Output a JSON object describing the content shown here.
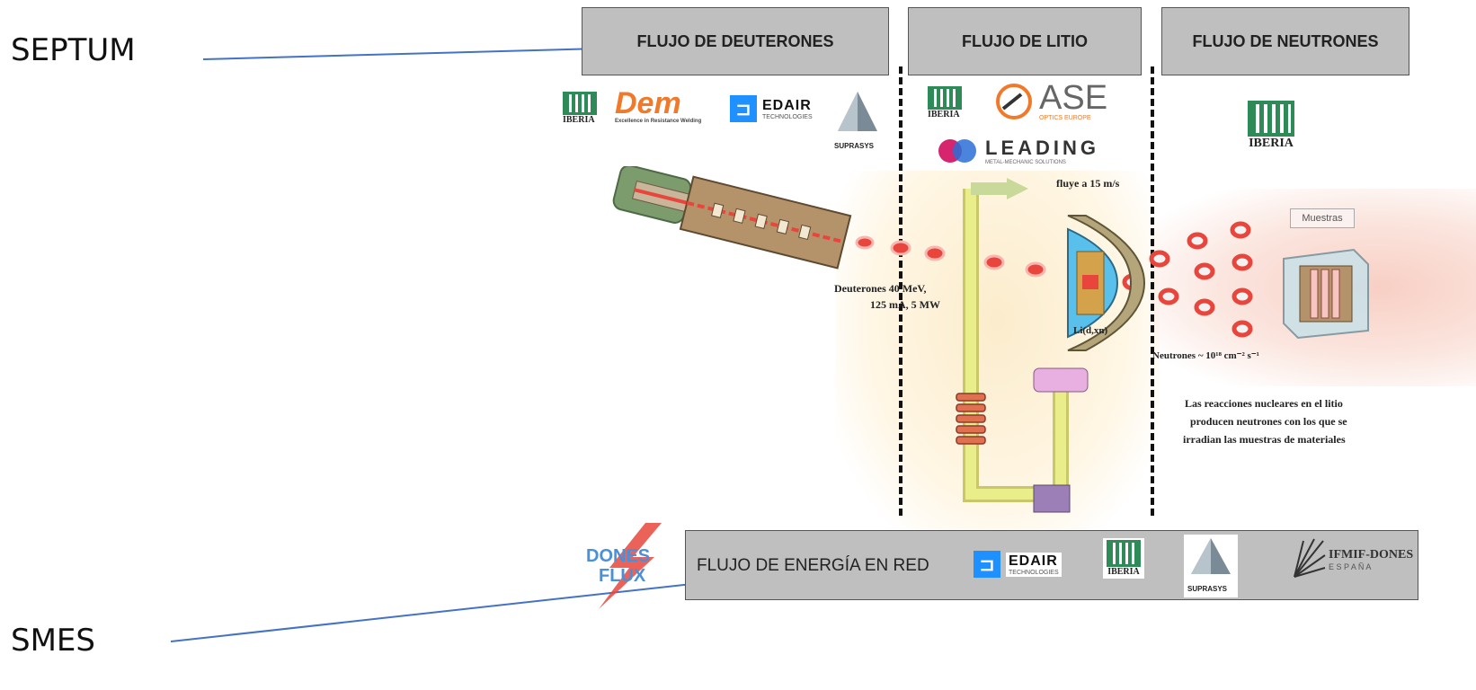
{
  "callouts": {
    "top": "SEPTUM",
    "bottom": "SMES"
  },
  "headers": {
    "deuterons": "FLUJO DE DEUTERONES",
    "lithium": "FLUJO DE LITIO",
    "neutrons": "FLUJO DE NEUTRONES",
    "grid": "FLUJO DE ENERGÍA EN RED"
  },
  "logos": {
    "hi_iberia": "IBERIA",
    "dem": "Dem",
    "dem_tag": "Excellence in Resistance Welding",
    "edair": "EDAIR",
    "edair_sub": "TECHNOLOGIES",
    "suprasys": "SUPRASYS",
    "ase": "ASE",
    "ase_sub": "OPTICS EUROPE",
    "leading": "LEADING",
    "leading_sub": "METAL-MECHANIC SOLUTIONS",
    "dones_flux_1": "DONES",
    "dones_flux_2": "FLUX",
    "ifmif": "IFMIF-DONES",
    "ifmif_sub": "E S P A Ñ A"
  },
  "diagram": {
    "lithium_speed": "fluye a 15 m/s",
    "samples": "Muestras",
    "deuterons_line1": "Deuterones 40 MeV,",
    "deuterons_line2": "125 mA, 5 MW",
    "reaction": "Li(d,xn)",
    "neutrons_flux": "Neutrones ~ 10¹⁸ cm⁻² s⁻¹",
    "caption_line1": "Las reacciones nucleares en el litio",
    "caption_line2": "producen neutrones con los que se",
    "caption_line3": "irradian las muestras de materiales"
  },
  "colors": {
    "arrow": "#4472c4",
    "header_fill": "#bfbfbf",
    "beam": "#e8463c",
    "lithium_loop": "#e9ee8a"
  }
}
